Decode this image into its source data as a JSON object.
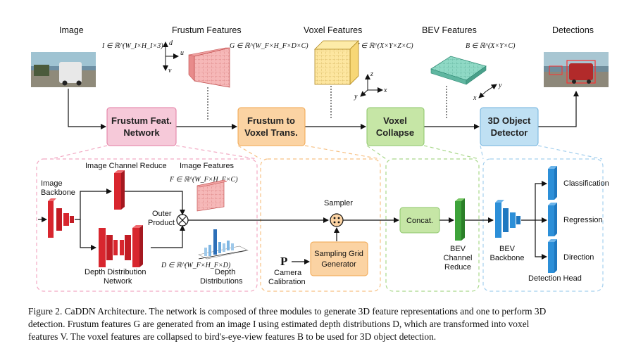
{
  "headers": {
    "image": "Image",
    "frustum": "Frustum Features",
    "voxel": "Voxel Features",
    "bev": "BEV Features",
    "detections": "Detections"
  },
  "math": {
    "image": "I ∈ ℝ^(W_I×H_I×3)",
    "frustum": "G ∈ ℝ^(W_F×H_F×D×C)",
    "voxel": "V ∈ ℝ^(X×Y×Z×C)",
    "bev": "B ∈ ℝ^(X×Y×C)",
    "image_feat": "F ∈ ℝ^(W_F×H_F×C)",
    "depth": "D ∈ ℝ^(W_F×H_F×D)"
  },
  "axes": {
    "frustum": [
      "d",
      "u",
      "v"
    ],
    "voxel": [
      "z",
      "y",
      "x"
    ],
    "bev": [
      "y",
      "x"
    ]
  },
  "modules": {
    "m1": [
      "Frustum Feat.",
      "Network"
    ],
    "m2": [
      "Frustum to",
      "Voxel Trans."
    ],
    "m3": [
      "Voxel",
      "Collapse"
    ],
    "m4": [
      "3D Object",
      "Detector"
    ]
  },
  "detail": {
    "image_backbone": [
      "Image",
      "Backbone"
    ],
    "image_channel_reduce": "Image Channel Reduce",
    "image_features": "Image Features",
    "outer_product": [
      "Outer",
      "Product"
    ],
    "depth_dist_network": [
      "Depth Distribution",
      "Network"
    ],
    "depth_distributions": [
      "Depth",
      "Distributions"
    ],
    "sampler": "Sampler",
    "p_symbol": "P",
    "camera_calibration": [
      "Camera",
      "Calibration"
    ],
    "sampling_grid": [
      "Sampling Grid",
      "Generator"
    ],
    "concat": "Concat.",
    "bev_channel_reduce": [
      "BEV",
      "Channel",
      "Reduce"
    ],
    "bev_backbone": [
      "BEV",
      "Backbone"
    ],
    "classification": "Classification",
    "regression": "Regression",
    "direction": "Direction",
    "detection_head": "Detection Head"
  },
  "colors": {
    "pink_fill": "#f6c9d9",
    "pink_stroke": "#e37aa1",
    "orange_fill": "#fbd3a3",
    "orange_stroke": "#f0a54e",
    "green_fill": "#c6e6a6",
    "green_stroke": "#8cc66a",
    "blue_fill": "#bfe0f3",
    "blue_stroke": "#6fb2de",
    "red_block": "#d8262e",
    "green_block": "#3da33a",
    "blue_block": "#2c8fd8"
  },
  "caption": {
    "line1": "Figure 2. CaDDN Architecture. The network is composed of three modules to generate 3D feature representations and one to perform 3D",
    "line2": "detection.  Frustum features G are generated from an image I using estimated depth distributions D, which are transformed into voxel",
    "line3": "features V. The voxel features are collapsed to bird's-eye-view features B to be used for 3D object detection."
  }
}
